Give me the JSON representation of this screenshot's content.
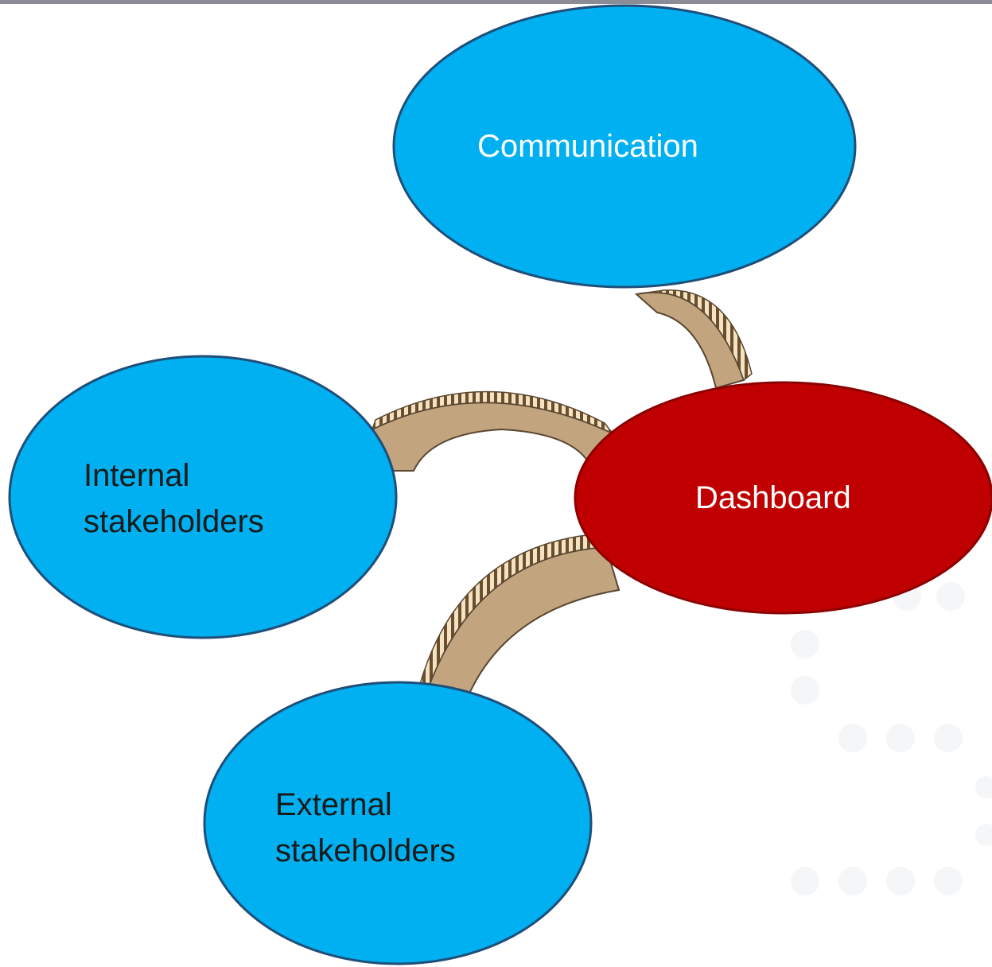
{
  "colors": {
    "node_fill": "#00B0F0",
    "node_stroke": "#1F4E79",
    "dashboard_fill": "#C00000",
    "dashboard_stroke": "#8B0000",
    "bridge_fill": "#C2A57E",
    "bridge_stroke": "#5A4632",
    "top_rule": "#8C8C96",
    "dot_color": "#F4F6F8"
  },
  "nodes": {
    "communication": {
      "label": "Communication"
    },
    "internal": {
      "line1": "Internal",
      "line2": "stakeholders"
    },
    "external": {
      "line1": "External",
      "line2": "stakeholders"
    },
    "dashboard": {
      "label": "Dashboard"
    }
  },
  "icons": {
    "bridge": "bridge-icon",
    "dots": "dot-pattern"
  }
}
